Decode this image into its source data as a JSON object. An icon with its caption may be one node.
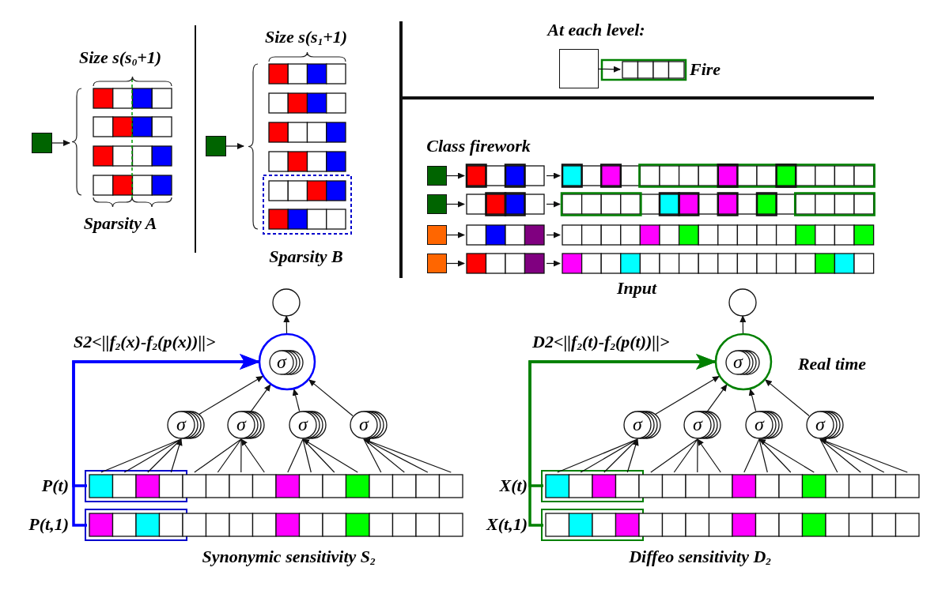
{
  "diagram": {
    "nodes": [
      {
        "text": [],
        "shape": "box"
      },
      {
        "text": [],
        "shape": "box"
      },
      {
        "text": [],
        "shape": "box"
      },
      {
        "text": [],
        "shape": "bar",
        "beside": [
          "Fire"
        ]
      },
      {
        "text": [],
        "shape": "box"
      },
      {
        "text": [],
        "shape": "bar"
      },
      {
        "text": [],
        "shape": "bar"
      },
      {
        "text": [],
        "shape": "box"
      },
      {
        "text": [],
        "shape": "bar"
      },
      {
        "text": [],
        "shape": "bar"
      },
      {
        "text": [],
        "shape": "box"
      },
      {
        "text": [],
        "shape": "bar"
      },
      {
        "text": [],
        "shape": "bar"
      },
      {
        "text": [],
        "shape": "box"
      },
      {
        "text": [],
        "shape": "bar"
      },
      {
        "text": [],
        "shape": "bar"
      },
      {
        "text": [],
        "shape": "circle"
      },
      {
        "text": [
          "σ"
        ]
      },
      {
        "text": [
          "σ"
        ]
      },
      {
        "text": [
          "σ"
        ]
      },
      {
        "text": [
          "σ"
        ]
      },
      {
        "text": [
          "σ"
        ]
      },
      {
        "text": [],
        "shape": "bar",
        "beside": [
          "P(t)"
        ]
      },
      {
        "text": [],
        "shape": "bar",
        "beside": [
          "P(t,1)"
        ]
      },
      {
        "text": [],
        "shape": "circle"
      },
      {
        "text": [
          "σ"
        ]
      },
      {
        "text": [
          "σ"
        ]
      },
      {
        "text": [
          "σ"
        ]
      },
      {
        "text": [
          "σ"
        ]
      },
      {
        "text": [
          "σ"
        ]
      },
      {
        "text": [],
        "shape": "bar",
        "beside": [
          "X(t)"
        ]
      },
      {
        "text": [],
        "shape": "bar",
        "beside": [
          "X(t,1)"
        ]
      }
    ],
    "edges": [
      {
        "from": 0,
        "to": null,
        "arrow": "to"
      },
      {
        "from": 1,
        "to": null,
        "arrow": "to"
      },
      {
        "from": 2,
        "to": 3,
        "arrow": "to"
      },
      {
        "from": 4,
        "to": 5,
        "arrow": "to"
      },
      {
        "from": 5,
        "to": 6,
        "arrow": "to"
      },
      {
        "from": 7,
        "to": 8,
        "arrow": "to"
      },
      {
        "from": 8,
        "to": 9,
        "arrow": "to"
      },
      {
        "from": 10,
        "to": 11,
        "arrow": "to"
      },
      {
        "from": 11,
        "to": 12,
        "arrow": "to"
      },
      {
        "from": 13,
        "to": 14,
        "arrow": "to"
      },
      {
        "from": 14,
        "to": 15,
        "arrow": "to"
      },
      {
        "from": 17,
        "to": 16,
        "arrow": "to"
      },
      {
        "from": 18,
        "to": 17,
        "arrow": "to"
      },
      {
        "from": 19,
        "to": 17,
        "arrow": "to"
      },
      {
        "from": 20,
        "to": 17,
        "arrow": "to"
      },
      {
        "from": 21,
        "to": 17,
        "arrow": "to"
      },
      {
        "from": 22,
        "to": 18,
        "arrow": "to"
      },
      {
        "from": 22,
        "to": 19,
        "arrow": "to"
      },
      {
        "from": 22,
        "to": 20,
        "arrow": "to"
      },
      {
        "from": 22,
        "to": 21,
        "arrow": "to"
      },
      {
        "from": 22,
        "to": 17,
        "arrow": "to",
        "label": "S2<||f$_{2}$(x)-f$_{2}$(p(x))||>",
        "style": "thick",
        "color": "#0000ff"
      },
      {
        "from": 23,
        "to": 17,
        "arrow": "to",
        "style": "thick",
        "color": "#0000ff"
      },
      {
        "from": 25,
        "to": 24,
        "arrow": "to"
      },
      {
        "from": 26,
        "to": 25,
        "arrow": "to"
      },
      {
        "from": 27,
        "to": 25,
        "arrow": "to"
      },
      {
        "from": 28,
        "to": 25,
        "arrow": "to"
      },
      {
        "from": 29,
        "to": 25,
        "arrow": "to"
      },
      {
        "from": 30,
        "to": 26,
        "arrow": "to"
      },
      {
        "from": 30,
        "to": 27,
        "arrow": "to"
      },
      {
        "from": 30,
        "to": 28,
        "arrow": "to"
      },
      {
        "from": 30,
        "to": 29,
        "arrow": "to"
      },
      {
        "from": 30,
        "to": 25,
        "arrow": "to",
        "label": "D2<||f$_{2}$(t)-f$_{2}$(p(t))||>",
        "style": "thick",
        "color": "#008000"
      },
      {
        "from": 31,
        "to": 25,
        "arrow": "to",
        "style": "thick",
        "color": "#008000"
      }
    ],
    "labels": [
      "At each level:",
      "Size s(s$_{1}$+1)",
      "Size s(s$_{0}$+1)",
      "Class firework",
      "Sparsity A",
      "Sparsity B",
      "Input",
      "Real time",
      "Synonymic sensitivity S$_{2}$",
      "Diffeo sensitivity D$_{2}$"
    ]
  }
}
